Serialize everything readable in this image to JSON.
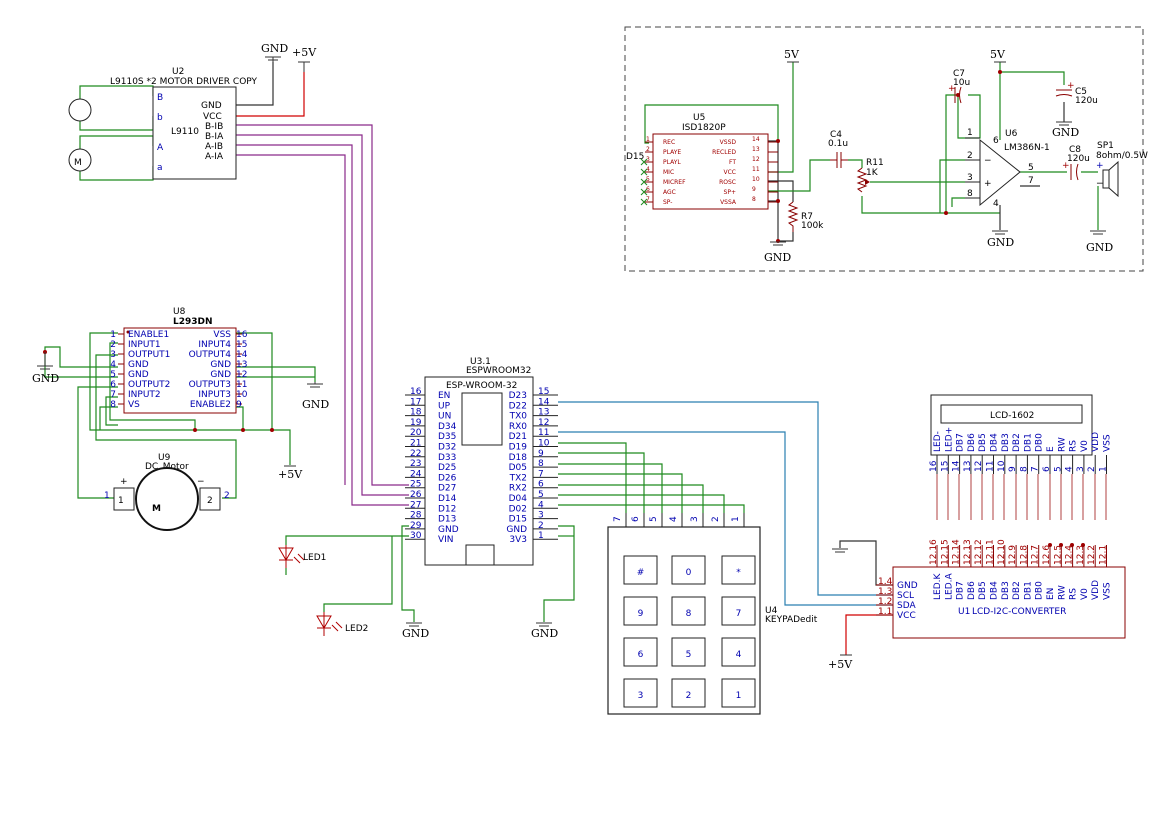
{
  "colors": {
    "wire_green": "#1f8a1f",
    "wire_purple": "#8a2a8a",
    "wire_blue": "#2a7fb0",
    "wire_red": "#d00000",
    "part_outline": "#8a0000",
    "pin_text": "#0000b0"
  },
  "icons": [
    "motor-icon",
    "dc-motor-icon",
    "led-icon",
    "speaker-icon",
    "ground-icon",
    "capacitor-icon",
    "resistor-icon",
    "potentiometer-icon",
    "opamp-icon"
  ],
  "power": {
    "gnd": "GND",
    "vcc5": "+5V",
    "v5": "5V"
  },
  "u2": {
    "ref": "U2",
    "value": "L9110S *2 MOTOR DRIVER COPY",
    "body": "L9110",
    "left_pins": [
      "B",
      "b",
      "A",
      "a"
    ],
    "right_pins": [
      "GND",
      "VCC",
      "B-IB",
      "B-IA",
      "A-IB",
      "A-IA"
    ],
    "motor_symbol": "M"
  },
  "u8": {
    "ref": "U8",
    "value": "L293DN",
    "left_nums": [
      "1",
      "2",
      "3",
      "4",
      "5",
      "6",
      "7",
      "8"
    ],
    "left_pins": [
      "ENABLE1",
      "INPUT1",
      "OUTPUT1",
      "GND",
      "GND",
      "OUTPUT2",
      "INPUT2",
      "VS"
    ],
    "right_nums": [
      "16",
      "15",
      "14",
      "13",
      "12",
      "11",
      "10",
      "9"
    ],
    "right_pins": [
      "VSS",
      "INPUT4",
      "OUTPUT4",
      "GND",
      "GND",
      "OUTPUT3",
      "INPUT3",
      "ENABLE2"
    ]
  },
  "u9": {
    "ref": "U9",
    "value": "DC_Motor",
    "plus": "+",
    "minus": "−",
    "pin1": "1",
    "pin2": "2",
    "letter": "M"
  },
  "u3": {
    "ref": "U3.1",
    "value": "ESPWROOM32",
    "title": "ESP-WROOM-32",
    "left_nums": [
      "16",
      "17",
      "18",
      "19",
      "20",
      "21",
      "22",
      "23",
      "24",
      "25",
      "26",
      "27",
      "28",
      "29",
      "30"
    ],
    "left_pins": [
      "EN",
      "UP",
      "UN",
      "D34",
      "D35",
      "D32",
      "D33",
      "D25",
      "D26",
      "D27",
      "D14",
      "D12",
      "D13",
      "GND",
      "VIN"
    ],
    "right_nums": [
      "15",
      "14",
      "13",
      "12",
      "11",
      "10",
      "9",
      "8",
      "7",
      "6",
      "5",
      "4",
      "3",
      "2",
      "1"
    ],
    "right_pins": [
      "D23",
      "D22",
      "TX0",
      "RX0",
      "D21",
      "D19",
      "D18",
      "D05",
      "TX2",
      "RX2",
      "D04",
      "D02",
      "D15",
      "GND",
      "3V3"
    ]
  },
  "leds": [
    {
      "ref": "LED1"
    },
    {
      "ref": "LED2"
    }
  ],
  "u4": {
    "ref": "U4",
    "value": "KEYPADedit",
    "pin_nums": [
      "7",
      "6",
      "5",
      "4",
      "3",
      "2",
      "1"
    ],
    "keys": [
      "#",
      "0",
      "*",
      "9",
      "8",
      "7",
      "6",
      "5",
      "4",
      "3",
      "2",
      "1"
    ]
  },
  "lcd": {
    "title": "LCD-1602",
    "pin_labels": [
      "LED-",
      "LED+",
      "DB7",
      "DB6",
      "DB5",
      "DB4",
      "DB3",
      "DB2",
      "DB1",
      "DB0",
      "E",
      "RW",
      "RS",
      "V0",
      "VDD",
      "VSS"
    ],
    "pin_nums": [
      "16",
      "15",
      "14",
      "13",
      "12",
      "11",
      "10",
      "9",
      "8",
      "7",
      "6",
      "5",
      "4",
      "3",
      "2",
      "1"
    ]
  },
  "u1": {
    "ref": "U1",
    "value": "LCD-I2C-CONVERTER",
    "left_nums": [
      "1.4",
      "1.3",
      "1.2",
      "1.1"
    ],
    "left_pins": [
      "GND",
      "SCL",
      "SDA",
      "VCC"
    ],
    "top_nums": [
      "12.16",
      "12.15",
      "12.14",
      "12.13",
      "12.12",
      "12.11",
      "12.10",
      "12.9",
      "12.8",
      "12.7",
      "12.6",
      "12.5",
      "12.4",
      "12.3",
      "12.2",
      "12.1"
    ],
    "top_pins": [
      "LED.K",
      "LED.A",
      "DB7",
      "DB6",
      "DB5",
      "DB4",
      "DB3",
      "DB2",
      "DB1",
      "DB0",
      "EN",
      "RW",
      "RS",
      "V0",
      "VDD",
      "VSS"
    ]
  },
  "u5": {
    "ref": "U5",
    "value": "ISD1820P",
    "net": "D15",
    "left_nums": [
      "1",
      "2",
      "3",
      "4",
      "5",
      "6",
      "7"
    ],
    "left_pins": [
      "REC",
      "PLAYE",
      "PLAYL",
      "MIC",
      "MICREF",
      "AGC",
      "SP-"
    ],
    "right_nums": [
      "14",
      "13",
      "12",
      "11",
      "10",
      "9",
      "8"
    ],
    "right_pins": [
      "VSSD",
      "RECLED",
      "FT",
      "VCC",
      "ROSC",
      "SP+",
      "VSSA"
    ]
  },
  "c4": {
    "ref": "C4",
    "value": "0.1u"
  },
  "r11": {
    "ref": "R11",
    "value": "1K"
  },
  "r7": {
    "ref": "R7",
    "value": "100k"
  },
  "c7": {
    "ref": "C7",
    "value": "10u",
    "plus": "+"
  },
  "c5": {
    "ref": "C5",
    "value": "120u",
    "plus": "+"
  },
  "c8": {
    "ref": "C8",
    "value": "120u",
    "plus": "+"
  },
  "u6": {
    "ref": "U6",
    "value": "LM386N-1",
    "pins": [
      "1",
      "2",
      "3",
      "8",
      "6",
      "4",
      "5",
      "7"
    ],
    "minus": "−",
    "plus": "+"
  },
  "sp1": {
    "ref": "SP1",
    "value": "8ohm/0.5W",
    "plus": "+",
    "minus": "−"
  }
}
